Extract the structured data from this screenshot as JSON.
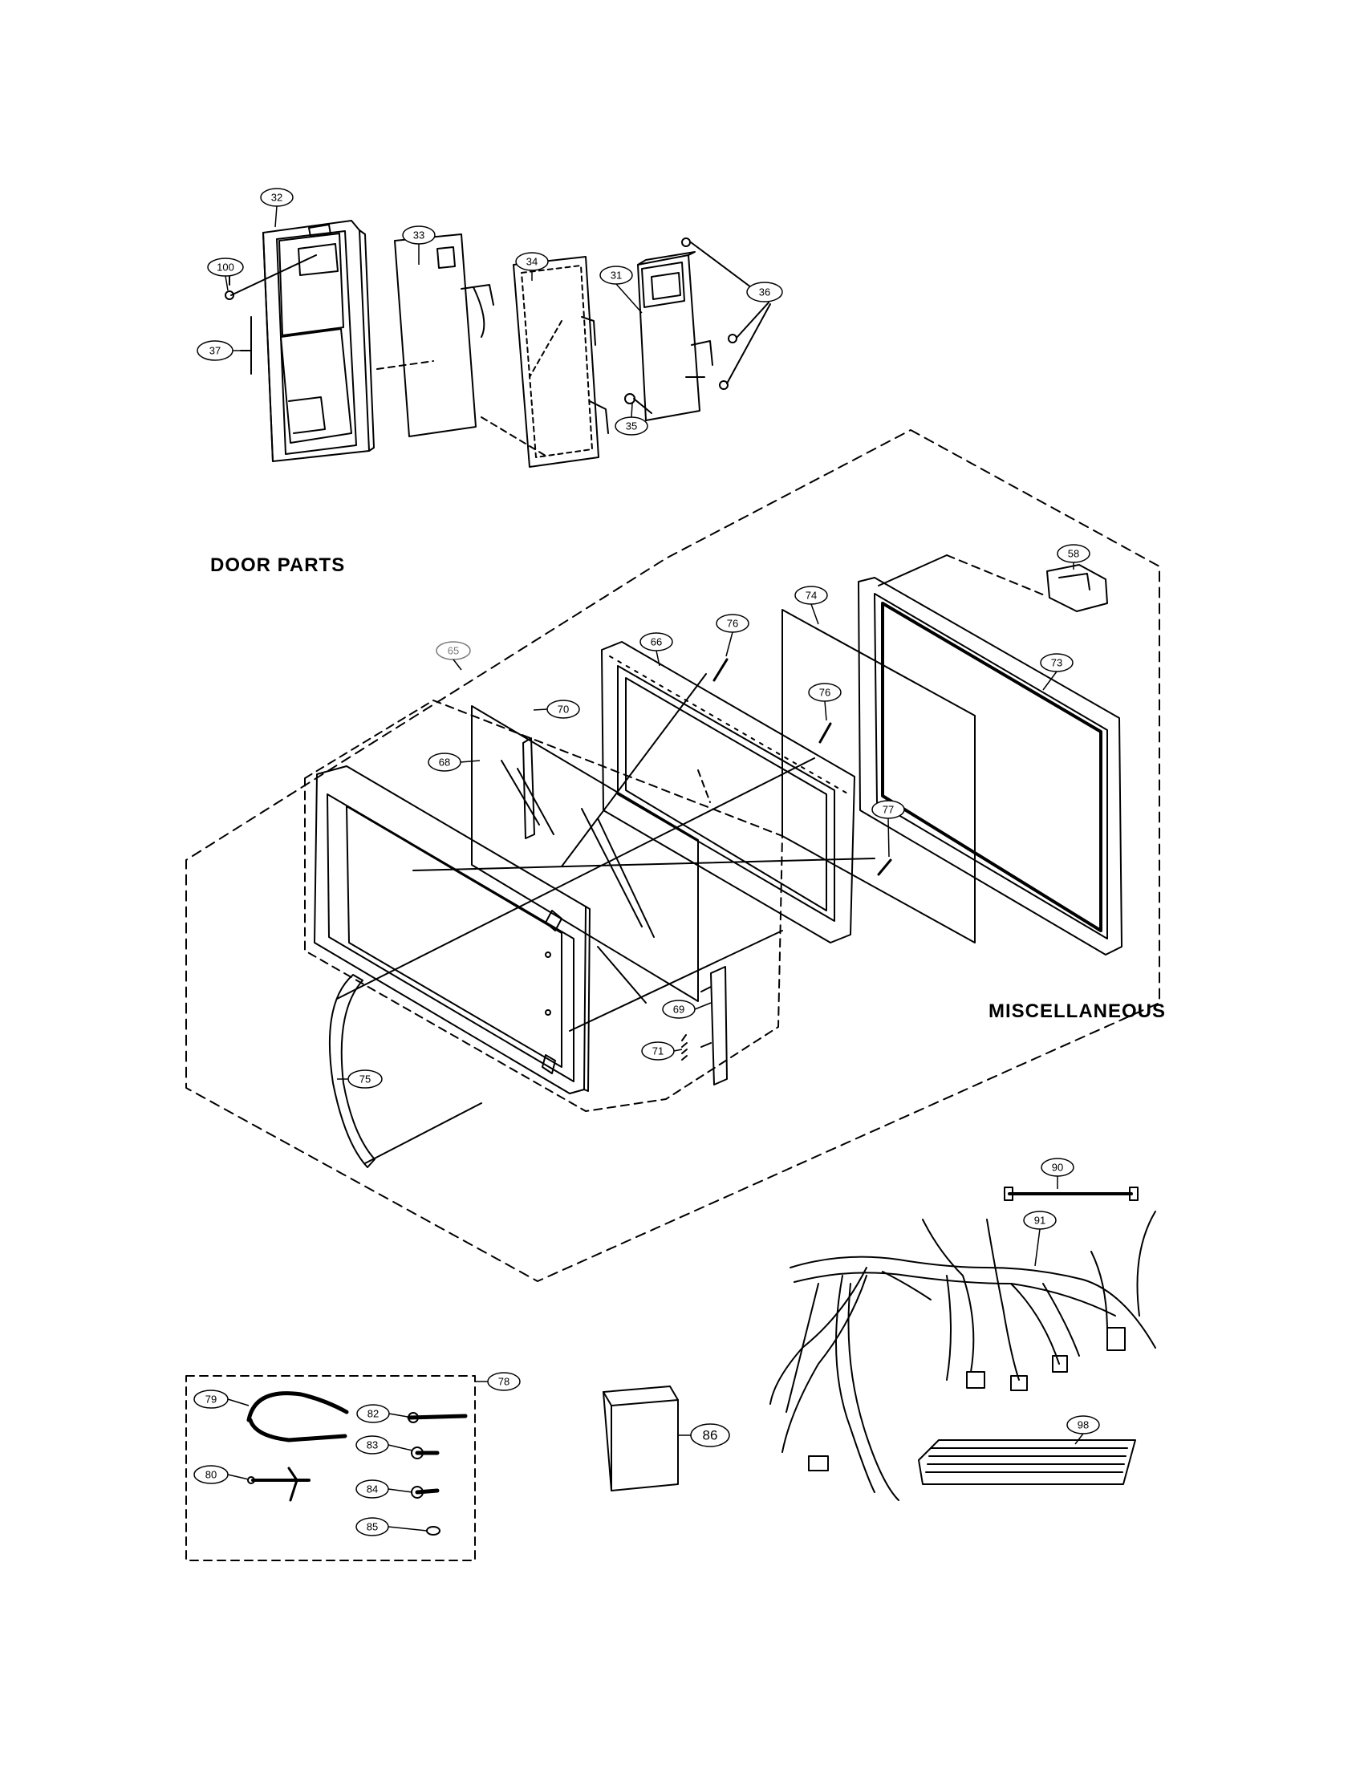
{
  "section_titles": {
    "door_parts": "DOOR  PARTS",
    "miscellaneous": "MISCELLANEOUS"
  },
  "callouts": {
    "c32": "32",
    "c100": "100",
    "c37": "37",
    "c33": "33",
    "c34": "34",
    "c31": "31",
    "c36": "36",
    "c35": "35",
    "c58": "58",
    "c74": "74",
    "c76a": "76",
    "c76b": "76",
    "c66": "66",
    "c65": "65",
    "c70": "70",
    "c73": "73",
    "c68": "68",
    "c77": "77",
    "c69": "69",
    "c71": "71",
    "c75": "75",
    "c90": "90",
    "c91": "91",
    "c78": "78",
    "c79": "79",
    "c82": "82",
    "c83": "83",
    "c80": "80",
    "c84": "84",
    "c85": "85",
    "c86": "86",
    "c98": "98"
  },
  "colors": {
    "ink": "#000000",
    "paper": "#ffffff",
    "faded_callout": "#7a7a7a"
  }
}
